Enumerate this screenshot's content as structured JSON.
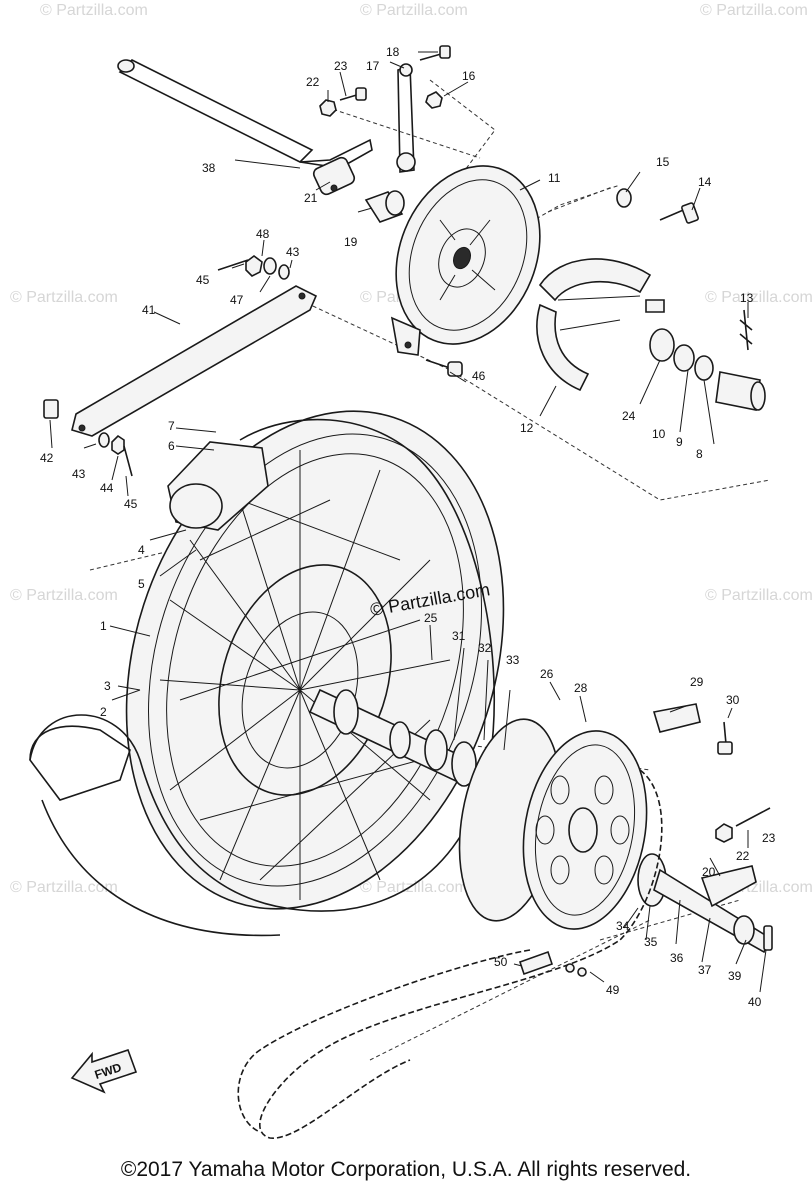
{
  "copyright": "©2017 Yamaha Motor Corporation, U.S.A. All rights reserved.",
  "watermark": "© Partzilla.com",
  "center_watermark": "© Partzilla.com",
  "direction_marker": "FWD",
  "callouts": [
    "1",
    "2",
    "3",
    "4",
    "5",
    "6",
    "7",
    "8",
    "9",
    "10",
    "11",
    "12",
    "13",
    "14",
    "15",
    "16",
    "17",
    "18",
    "19",
    "20",
    "21",
    "22",
    "23",
    "24",
    "25",
    "26",
    "28",
    "29",
    "30",
    "31",
    "32",
    "33",
    "34",
    "35",
    "36",
    "37",
    "38",
    "39",
    "40",
    "41",
    "42",
    "43",
    "44",
    "45",
    "46",
    "47",
    "48",
    "49",
    "50"
  ]
}
